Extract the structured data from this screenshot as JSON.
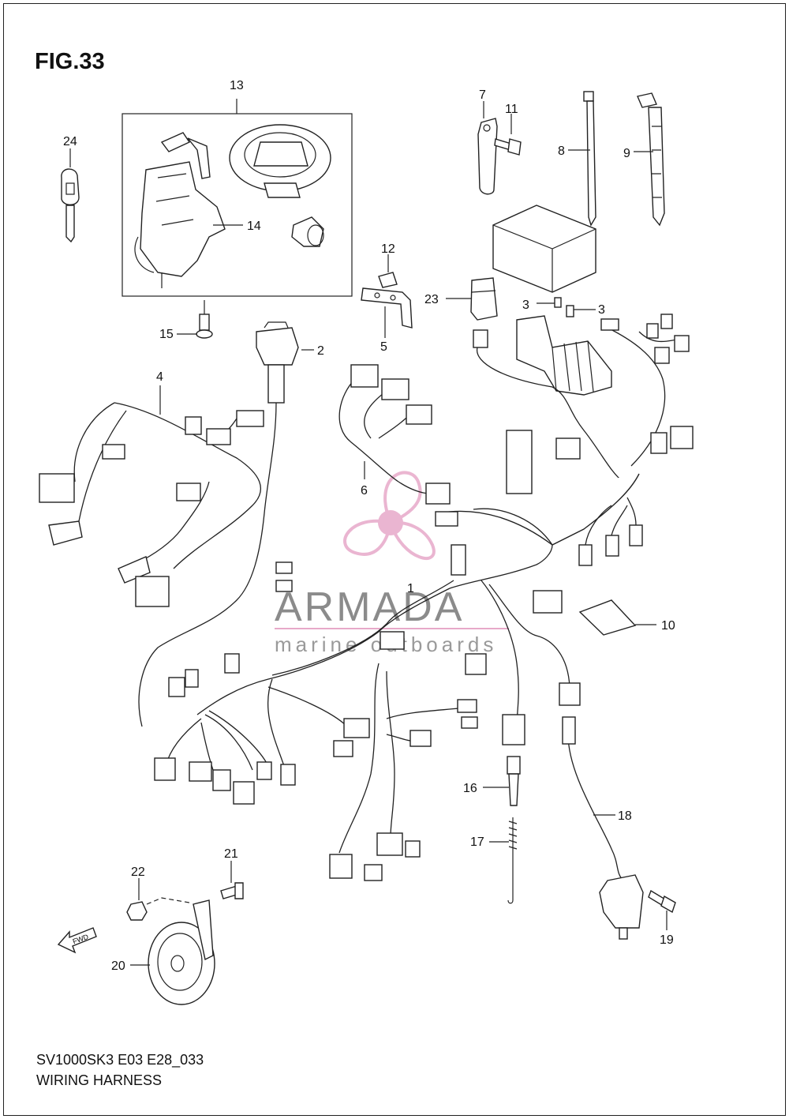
{
  "figure": {
    "title": "FIG.33",
    "model_code": "SV1000SK3 E03 E28_033",
    "name": "WIRING HARNESS"
  },
  "watermark": {
    "brand": "ARMADA",
    "tagline": "marine outboards",
    "logo_color": "#e7a9c9",
    "text_color": "#8b8b8b"
  },
  "callouts": [
    {
      "id": "c1",
      "label": "1"
    },
    {
      "id": "c2",
      "label": "2"
    },
    {
      "id": "c3a",
      "label": "3"
    },
    {
      "id": "c3b",
      "label": "3"
    },
    {
      "id": "c4",
      "label": "4"
    },
    {
      "id": "c5",
      "label": "5"
    },
    {
      "id": "c6",
      "label": "6"
    },
    {
      "id": "c7",
      "label": "7"
    },
    {
      "id": "c8",
      "label": "8"
    },
    {
      "id": "c9",
      "label": "9"
    },
    {
      "id": "c10",
      "label": "10"
    },
    {
      "id": "c11",
      "label": "11"
    },
    {
      "id": "c12",
      "label": "12"
    },
    {
      "id": "c13",
      "label": "13"
    },
    {
      "id": "c14",
      "label": "14"
    },
    {
      "id": "c15",
      "label": "15"
    },
    {
      "id": "c16",
      "label": "16"
    },
    {
      "id": "c17",
      "label": "17"
    },
    {
      "id": "c18",
      "label": "18"
    },
    {
      "id": "c19",
      "label": "19"
    },
    {
      "id": "c20",
      "label": "20"
    },
    {
      "id": "c21",
      "label": "21"
    },
    {
      "id": "c22",
      "label": "22"
    },
    {
      "id": "c23",
      "label": "23"
    },
    {
      "id": "c24",
      "label": "24"
    }
  ],
  "direction_marker": "FWD"
}
